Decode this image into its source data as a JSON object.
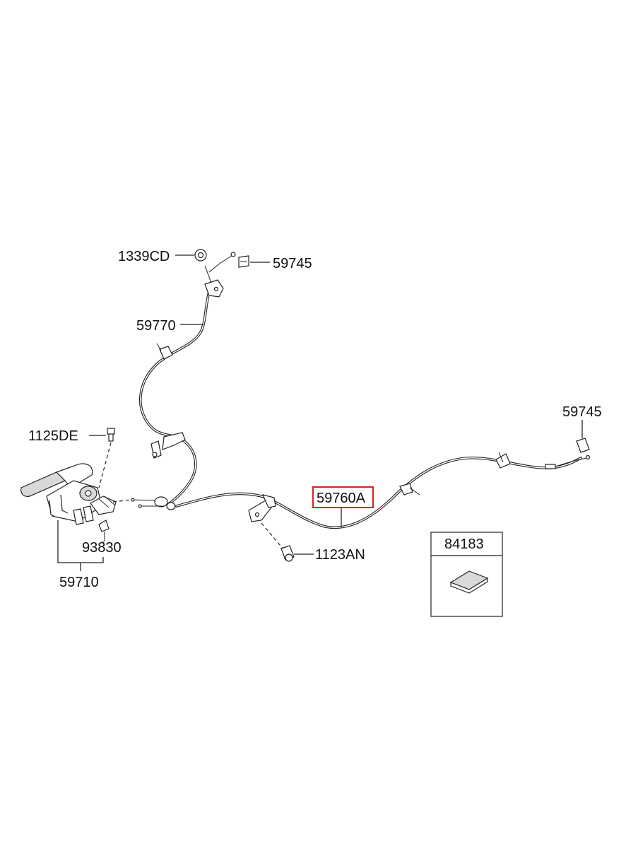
{
  "callouts": {
    "nut_1339cd": "1339CD",
    "clip_59745_top": "59745",
    "cable_59770": "59770",
    "clip_59745_right": "59745",
    "bolt_1125de": "1125DE",
    "cable_59760a": "59760A",
    "pad_84183": "84183",
    "clip_93830": "93830",
    "bolt_1123an": "1123AN",
    "lever_59710": "59710"
  },
  "highlight_color": "#e02020"
}
